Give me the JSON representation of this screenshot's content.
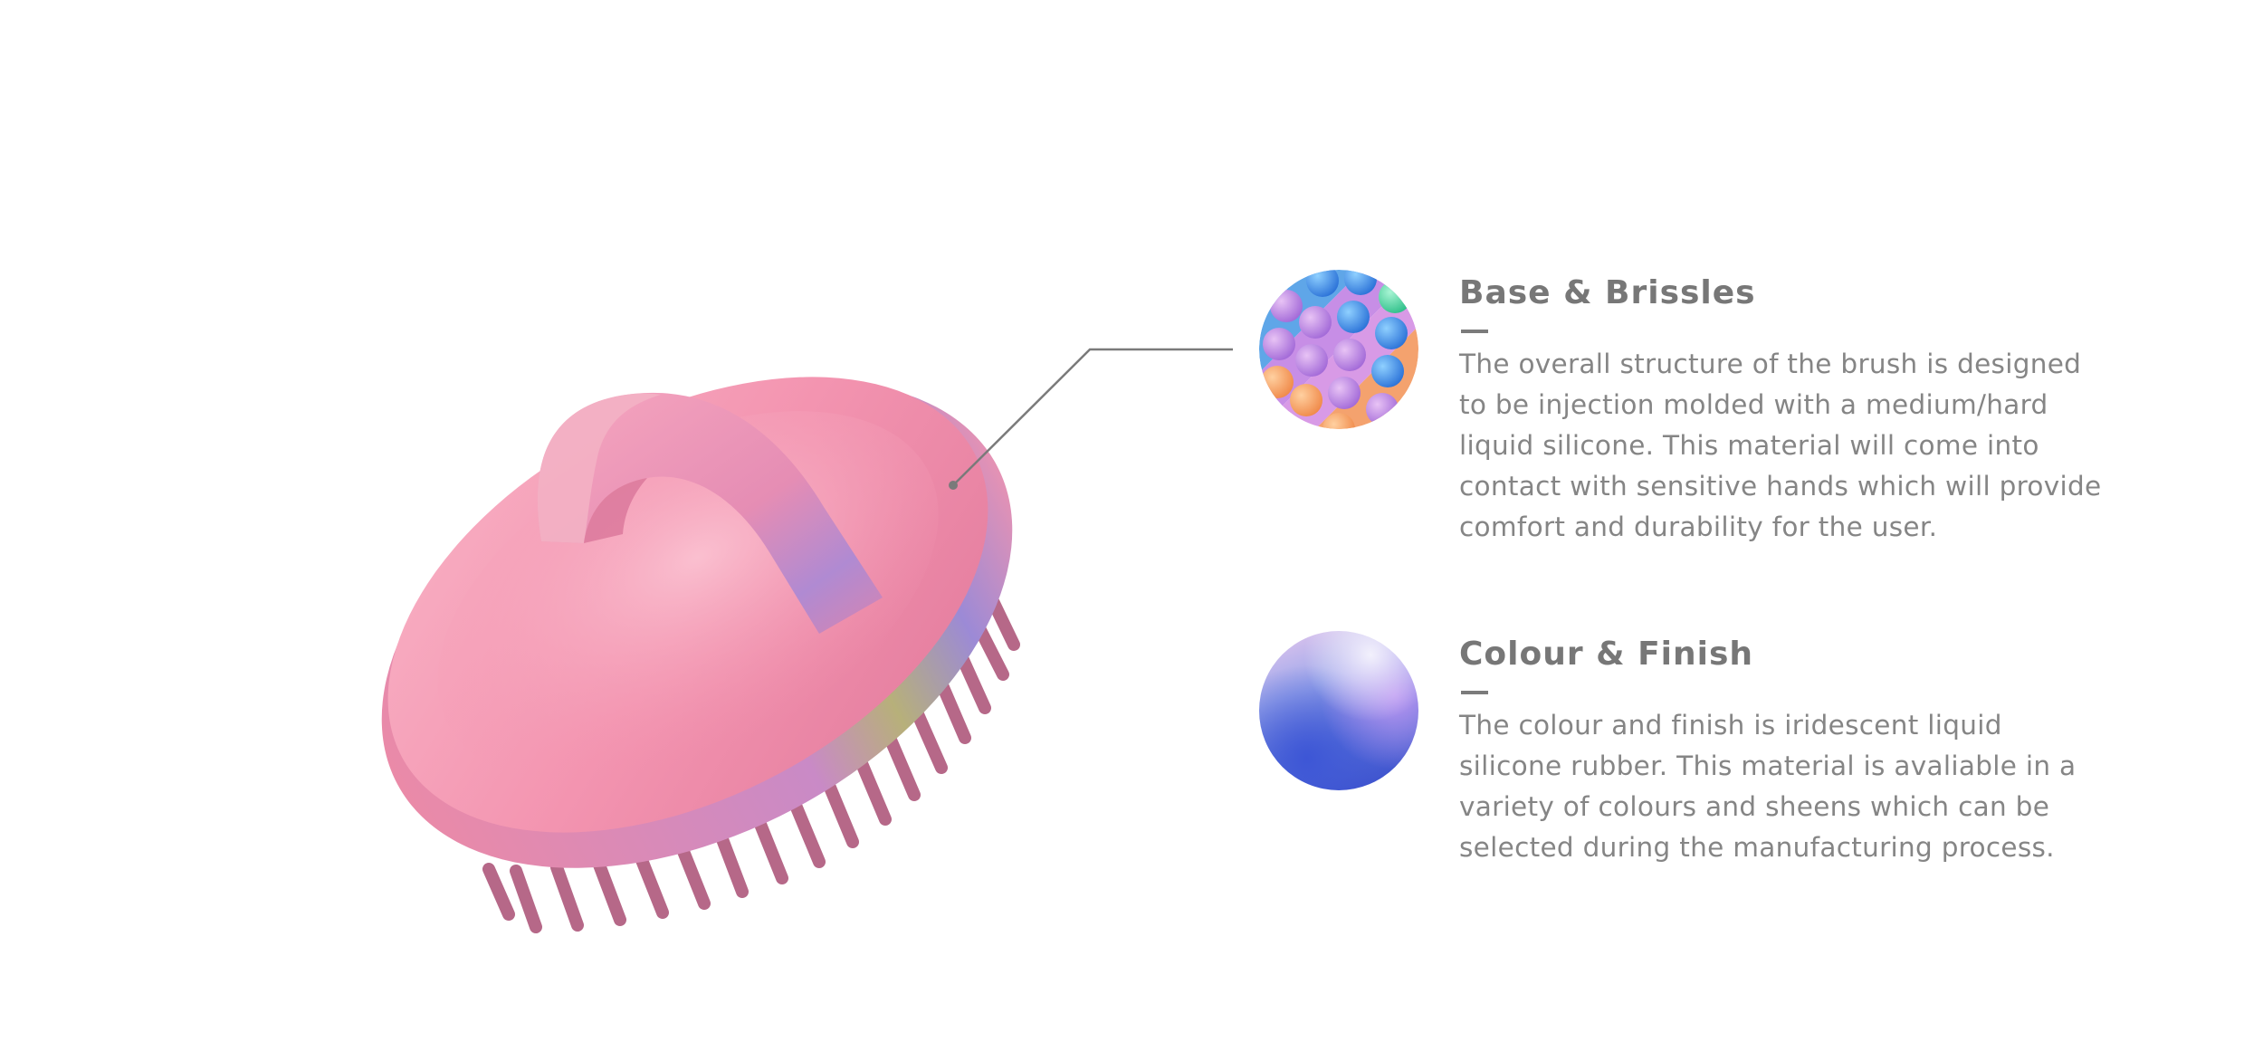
{
  "sections": [
    {
      "title": "Base & Brissles",
      "body": "The overall structure of the brush is designed to be injection molded with a medium/hard liquid silicone. This material will come into contact with sensitive hands which will provide comfort and durability for the user.",
      "swatch_icon": "bubble-pop-texture-swatch"
    },
    {
      "title": "Colour & Finish",
      "body": "The colour and finish is iridescent liquid silicone rubber. This material is avaliable in a variety of colours and sheens which can be selected during the manufacturing process.",
      "swatch_icon": "iridescent-colour-swatch"
    }
  ],
  "colors": {
    "brush_pink": "#f08aa8",
    "brush_shadow": "#d46a8a",
    "bristle": "#b8698a",
    "text_gray": "#858585",
    "title_gray": "#777777"
  }
}
